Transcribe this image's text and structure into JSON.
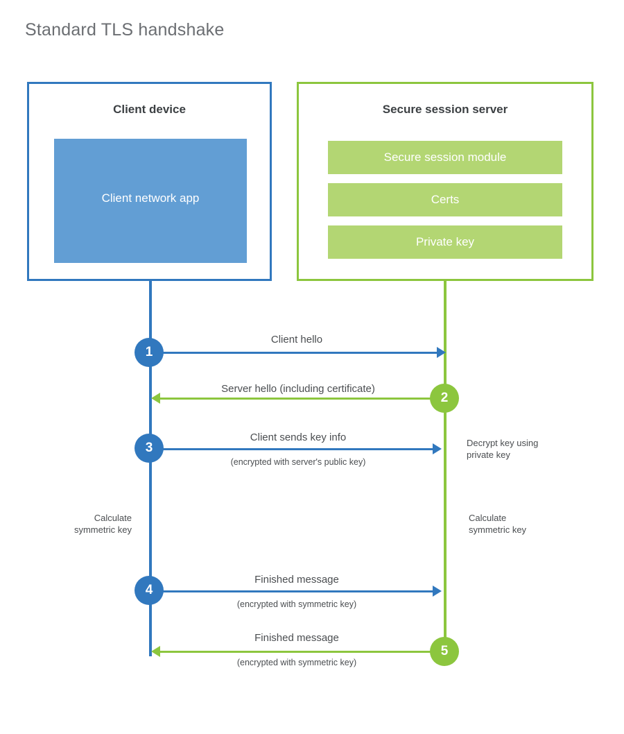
{
  "title": "Standard TLS handshake",
  "colors": {
    "blue": "#3178be",
    "green": "#8cc63e",
    "client_app_fill": "#629ed4",
    "server_bar_fill": "#b3d673",
    "text": "#4a4d50",
    "title_text": "#6b6e72",
    "background": "#ffffff"
  },
  "client_panel": {
    "heading": "Client device",
    "app_label": "Client network app"
  },
  "server_panel": {
    "heading": "Secure session server",
    "components": [
      {
        "label": "Secure session module"
      },
      {
        "label": "Certs"
      },
      {
        "label": "Private key"
      }
    ]
  },
  "steps": [
    {
      "number": "1",
      "label": "Client hello",
      "sublabel": "",
      "direction": "client-to-server",
      "color": "blue"
    },
    {
      "number": "2",
      "label": "Server hello (including certificate)",
      "sublabel": "",
      "direction": "server-to-client",
      "color": "green"
    },
    {
      "number": "3",
      "label": "Client sends key info",
      "sublabel": "(encrypted with server's public key)",
      "direction": "client-to-server",
      "color": "blue"
    },
    {
      "number": "4",
      "label": "Finished message",
      "sublabel": "(encrypted with symmetric key)",
      "direction": "client-to-server",
      "color": "blue"
    },
    {
      "number": "5",
      "label": "Finished message",
      "sublabel": "(encrypted with symmetric key)",
      "direction": "server-to-client",
      "color": "green"
    }
  ],
  "notes": {
    "server_decrypt": "Decrypt key using\nprivate key",
    "client_calculate": "Calculate\nsymmetric key",
    "server_calculate": "Calculate\nsymmetric key"
  }
}
